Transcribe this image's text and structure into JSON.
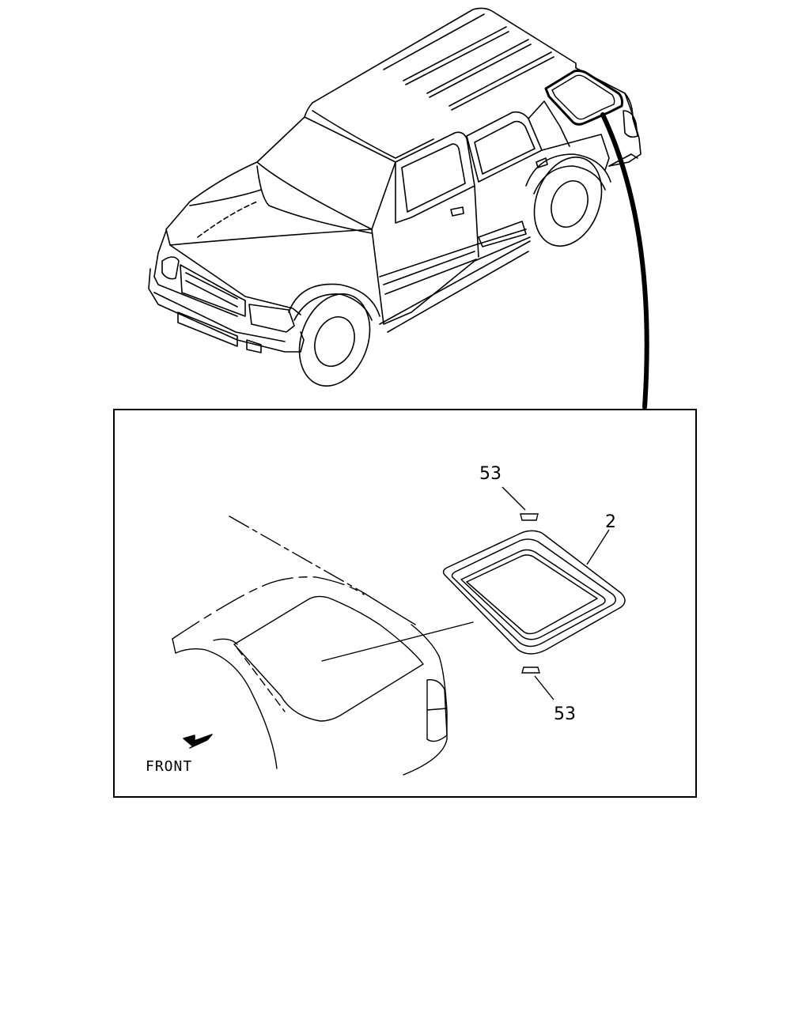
{
  "labels": {
    "part_2": "2",
    "part_53_top": "53",
    "part_53_bottom": "53",
    "front": "FRONT"
  },
  "colors": {
    "line": "#000000",
    "background": "#ffffff"
  }
}
